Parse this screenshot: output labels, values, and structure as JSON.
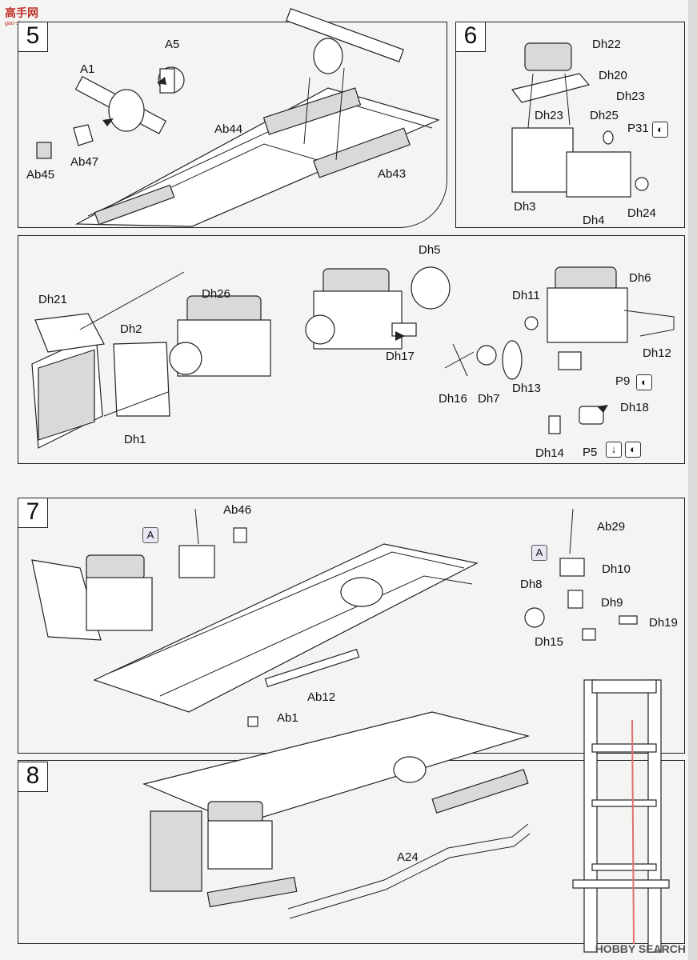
{
  "site_logo": {
    "main": "高手网",
    "url": "gao-shou.com"
  },
  "footer_logo": "HOBBY SEARCH",
  "steps": {
    "s5": {
      "number": "5",
      "labels": [
        "A1",
        "A5",
        "Ab44",
        "Ab45",
        "Ab47",
        "Ab43"
      ]
    },
    "s6": {
      "number": "6",
      "labels": [
        "Dh22",
        "Dh20",
        "Dh23",
        "Dh23",
        "Dh25",
        "P31",
        "Dh3",
        "Dh4",
        "Dh24"
      ]
    },
    "s6b": {
      "labels": [
        "Dh21",
        "Dh2",
        "Dh1",
        "Dh26",
        "Dh5",
        "Dh17",
        "Dh11",
        "Dh6",
        "Dh12",
        "Dh16",
        "Dh7",
        "Dh13",
        "P9",
        "Dh18",
        "Dh14",
        "P5"
      ]
    },
    "s7": {
      "number": "7",
      "badge": "A",
      "labels": [
        "Ab46",
        "Ab12",
        "Ab1",
        "Ab29",
        "Dh10",
        "Dh8",
        "Dh9",
        "Dh19",
        "Dh15"
      ],
      "badge2": "A"
    },
    "s8": {
      "number": "8",
      "labels": [
        "A24"
      ]
    }
  },
  "icons": {
    "paint": "paint-drop-icon",
    "glue": "glue-arrow-icon"
  }
}
